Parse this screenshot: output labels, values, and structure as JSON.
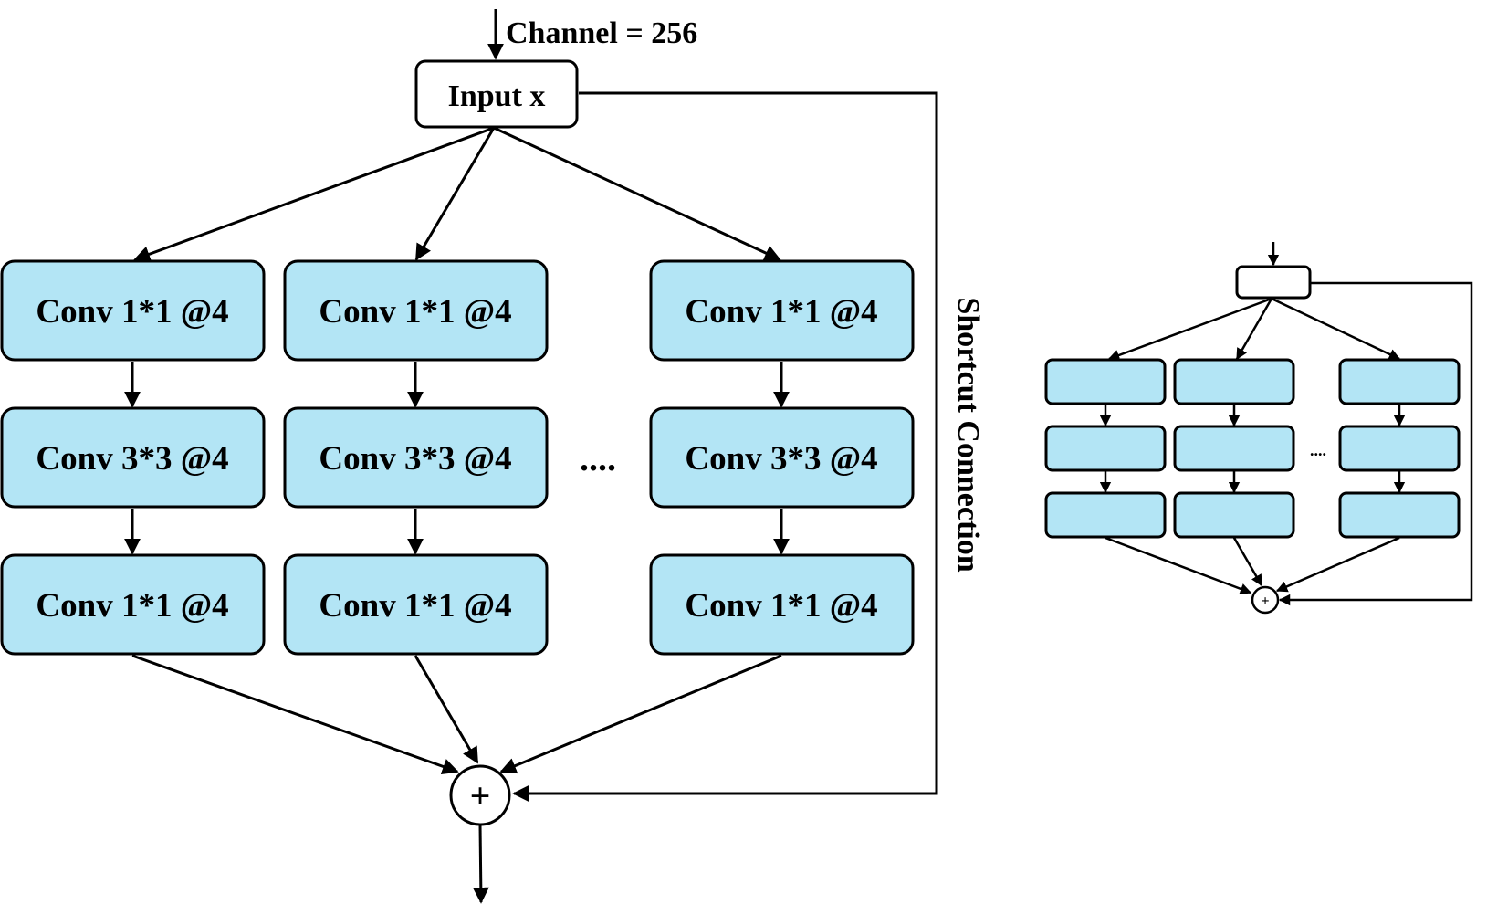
{
  "diagram": {
    "input_channel_label": "Channel = 256",
    "input_label": "Input x",
    "shortcut_label": "Shortcut Connection",
    "ellipsis": "....",
    "add_symbol": "+",
    "branches": [
      {
        "layers": [
          "Conv 1*1 @4",
          "Conv 3*3 @4",
          "Conv 1*1 @4"
        ]
      },
      {
        "layers": [
          "Conv 1*1 @4",
          "Conv 3*3 @4",
          "Conv 1*1 @4"
        ]
      },
      {
        "layers": [
          "Conv 1*1 @4",
          "Conv 3*3 @4",
          "Conv 1*1 @4"
        ]
      }
    ]
  },
  "mini_diagram": {
    "ellipsis": "....",
    "add_symbol": "+"
  },
  "colors": {
    "box_fill": "#b3e5f5",
    "stroke": "#000000",
    "background": "#ffffff"
  }
}
